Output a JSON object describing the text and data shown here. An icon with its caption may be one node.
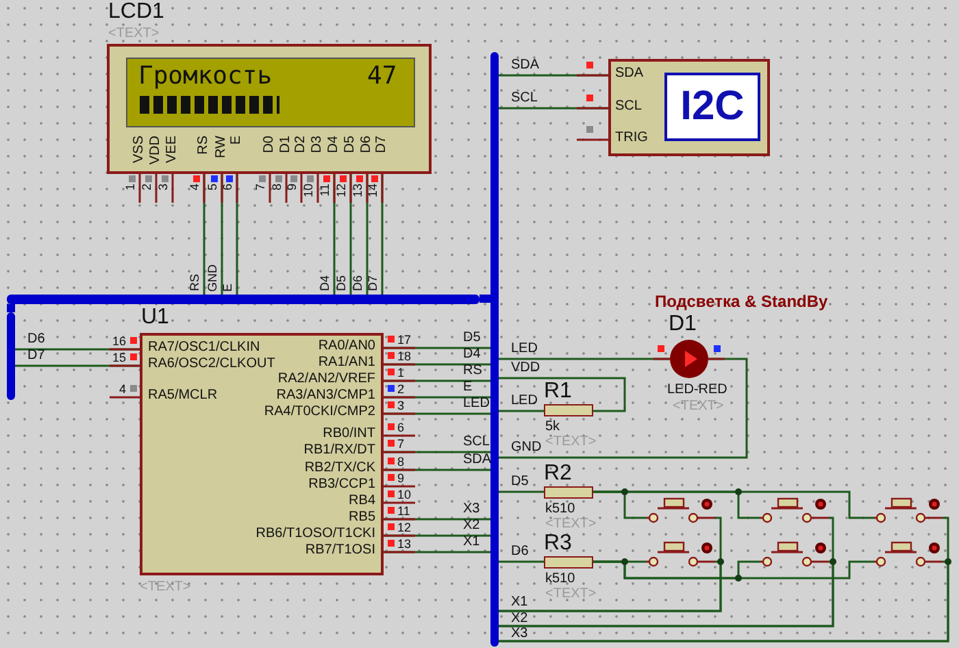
{
  "diagram": {
    "nodes": [
      {
        "text": [
          "LCD1",
          "Громкость",
          "47",
          "VSS",
          "VDD",
          "VEE",
          "RS",
          "RW",
          "E",
          "D0",
          "D1",
          "D2",
          "D3",
          "D4",
          "D5",
          "D6",
          "D7",
          "<TEXT>"
        ],
        "beside": [
          "1",
          "2",
          "3",
          "4",
          "5",
          "6",
          "7",
          "8",
          "9",
          "10",
          "11",
          "12",
          "13",
          "14"
        ]
      },
      {
        "text": [
          "SDA",
          "SCL",
          "TRIG",
          "I2C"
        ]
      },
      {
        "text": [
          "U1",
          "RA7/OSC1/CLKIN",
          "RA6/OSC2/CLKOUT",
          "RA5/MCLR",
          "RA0/AN0",
          "RA1/AN1",
          "RA2/AN2/VREF",
          "RA3/AN3/CMP1",
          "RA4/T0CKI/CMP2",
          "RB0/INT",
          "RB1/RX/DT",
          "RB2/TX/CK",
          "RB3/CCP1",
          "RB4",
          "RB5",
          "RB6/T1OSO/T1CKI",
          "RB7/T1OSI",
          "<TEXT>"
        ],
        "beside": [
          "16",
          "15",
          "4",
          "17",
          "18",
          "1",
          "2",
          "3",
          "6",
          "7",
          "8",
          "9",
          "10",
          "11",
          "12",
          "13"
        ]
      },
      {
        "text": [
          "Подсветка & StandBy",
          "D1",
          "LED-RED",
          "<TEXT>"
        ]
      },
      {
        "text": [
          "R1",
          "5k",
          "<TEXT>"
        ]
      },
      {
        "text": [
          "R2",
          "k510",
          "<TEXT>"
        ]
      },
      {
        "text": [
          "R3",
          "k510",
          "<TEXT>"
        ]
      },
      {
        "text": [],
        "shape": "switch"
      },
      {
        "text": [],
        "shape": "switch"
      },
      {
        "text": [],
        "shape": "switch"
      },
      {
        "text": [],
        "shape": "switch"
      },
      {
        "text": [],
        "shape": "switch"
      },
      {
        "text": [],
        "shape": "switch"
      },
      {
        "text": [],
        "shape": "bar"
      },
      {
        "text": [],
        "shape": "bar"
      },
      {
        "text": [],
        "shape": "bar"
      }
    ],
    "edges": [
      {
        "from": 0,
        "to": 14,
        "arrow": "none",
        "label": "RS"
      },
      {
        "from": 0,
        "to": 14,
        "arrow": "none",
        "label": "GND"
      },
      {
        "from": 0,
        "to": 14,
        "arrow": "none",
        "label": "E"
      },
      {
        "from": 0,
        "to": 14,
        "arrow": "none",
        "label": "D4"
      },
      {
        "from": 0,
        "to": 14,
        "arrow": "none",
        "label": "D5"
      },
      {
        "from": 0,
        "to": 14,
        "arrow": "none",
        "label": "D6"
      },
      {
        "from": 0,
        "to": 14,
        "arrow": "none",
        "label": "D7"
      },
      {
        "from": 13,
        "to": 1,
        "arrow": "none",
        "label": "SDA"
      },
      {
        "from": 13,
        "to": 1,
        "arrow": "none",
        "label": "SCL"
      },
      {
        "from": 2,
        "to": 15,
        "arrow": "none",
        "label": "D6"
      },
      {
        "from": 2,
        "to": 15,
        "arrow": "none",
        "label": "D7"
      },
      {
        "from": 2,
        "to": 13,
        "arrow": "none",
        "label": "D5"
      },
      {
        "from": 2,
        "to": 13,
        "arrow": "none",
        "label": "D4"
      },
      {
        "from": 2,
        "to": 13,
        "arrow": "none",
        "label": "RS"
      },
      {
        "from": 2,
        "to": 13,
        "arrow": "none",
        "label": "E"
      },
      {
        "from": 2,
        "to": 13,
        "arrow": "none",
        "label": "LED"
      },
      {
        "from": 2,
        "to": 13,
        "arrow": "none",
        "label": "SCL"
      },
      {
        "from": 2,
        "to": 13,
        "arrow": "none",
        "label": "SDA"
      },
      {
        "from": 2,
        "to": 13,
        "arrow": "none",
        "label": "X3"
      },
      {
        "from": 2,
        "to": 13,
        "arrow": "none",
        "label": "X2"
      },
      {
        "from": 2,
        "to": 13,
        "arrow": "none",
        "label": "X1"
      },
      {
        "from": 13,
        "to": 3,
        "arrow": "none",
        "label": "LED"
      },
      {
        "from": 3,
        "to": 13,
        "arrow": "none",
        "label": "GND"
      },
      {
        "from": 13,
        "to": 4,
        "arrow": "none",
        "label": "LED"
      },
      {
        "from": 4,
        "to": 13,
        "arrow": "none",
        "label": "VDD"
      },
      {
        "from": 13,
        "to": 5,
        "arrow": "none",
        "label": "D5"
      },
      {
        "from": 13,
        "to": 6,
        "arrow": "none",
        "label": "D6"
      },
      {
        "from": 5,
        "to": 7,
        "arrow": "none"
      },
      {
        "from": 5,
        "to": 8,
        "arrow": "none"
      },
      {
        "from": 5,
        "to": 9,
        "arrow": "none"
      },
      {
        "from": 6,
        "to": 10,
        "arrow": "none"
      },
      {
        "from": 6,
        "to": 11,
        "arrow": "none"
      },
      {
        "from": 6,
        "to": 12,
        "arrow": "none"
      },
      {
        "from": 7,
        "to": 13,
        "arrow": "none"
      },
      {
        "from": 10,
        "to": 13,
        "arrow": "none",
        "label": "X1"
      },
      {
        "from": 8,
        "to": 13,
        "arrow": "none"
      },
      {
        "from": 11,
        "to": 13,
        "arrow": "none",
        "label": "X2"
      },
      {
        "from": 9,
        "to": 13,
        "arrow": "none"
      },
      {
        "from": 12,
        "to": 13,
        "arrow": "none",
        "label": "X3"
      },
      {
        "from": 15,
        "to": 14,
        "arrow": "none",
        "style": "thick",
        "color": "#0000cc"
      },
      {
        "from": 14,
        "to": 13,
        "arrow": "none",
        "style": "thick",
        "color": "#0000cc"
      }
    ]
  }
}
